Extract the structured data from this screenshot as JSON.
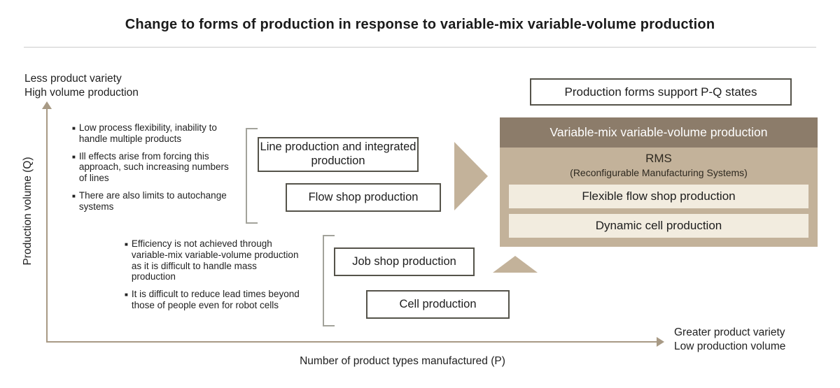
{
  "title": "Change to forms of production in response to variable-mix variable-volume production",
  "axes": {
    "y_label": "Production volume (Q)",
    "x_label": "Number of product types manufactured (P)",
    "top_left": [
      "Less product variety",
      "High volume production"
    ],
    "bottom_right": [
      "Greater product variety",
      "Low production volume"
    ]
  },
  "bullets_group1": [
    "Low process flexibility, inability to handle multiple products",
    "Ill effects arise from forcing this approach, such increasing numbers of lines",
    "There are also limits to autochange systems"
  ],
  "bullets_group2": [
    "Efficiency is not achieved through variable-mix variable-volume production as it is difficult to handle mass production",
    "It is difficult to reduce lead times beyond those of people even for robot cells"
  ],
  "boxes": {
    "line_production": "Line production and integrated production",
    "flow_shop": "Flow shop production",
    "job_shop": "Job shop production",
    "cell": "Cell production"
  },
  "panel": {
    "support_label": "Production forms support P-Q states",
    "header": "Variable-mix variable-volume production",
    "rms_title": "RMS",
    "rms_sub": "(Reconfigurable Manufacturing Systems)",
    "items": [
      "Flexible flow shop production",
      "Dynamic cell production"
    ]
  },
  "icons": {
    "bullet": "■"
  },
  "colors": {
    "axis": "#a89a85",
    "box_border": "#55534a",
    "bracket": "#a3a39b",
    "arrow": "#c3b29a",
    "panel_header_bg": "#8c7c6a",
    "panel_header_text": "#ffffff",
    "panel_body_bg": "#c3b29a",
    "panel_item_bg": "#f2ecdf",
    "text": "#1f1f1f"
  }
}
